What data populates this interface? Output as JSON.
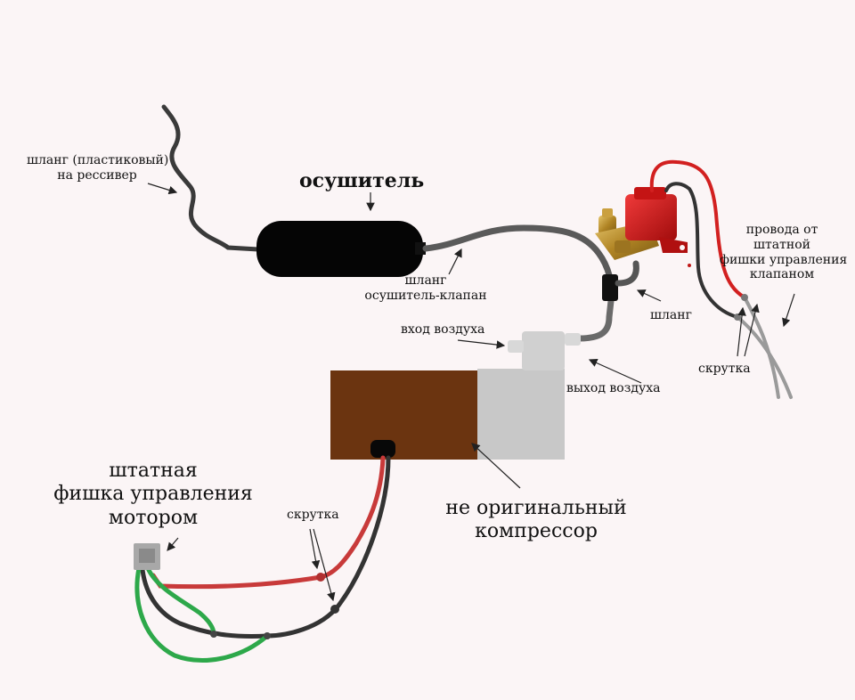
{
  "labels": {
    "hose_plastic_line1": "шланг (пластиковый)",
    "hose_plastic_line2": "на рессивер",
    "dryer": "осушитель",
    "hose_dryer_valve_line1": "шланг",
    "hose_dryer_valve_line2": "осушитель-клапан",
    "valve_wires_line1": "провода от",
    "valve_wires_line2": "штатной",
    "valve_wires_line3": "фишки управления",
    "valve_wires_line4": "клапаном",
    "hose": "шланг",
    "air_inlet": "вход воздуха",
    "twist_right": "скрутка",
    "air_outlet": "выход воздуха",
    "motor_connector_line1": "штатная",
    "motor_connector_line2": "фишка управления",
    "motor_connector_line3": "мотором",
    "twist_left": "скрутка",
    "compressor_line1": "не оригинальный",
    "compressor_line2": "компрессор"
  },
  "colors": {
    "background": "#fbf5f6",
    "dryer_body": "#050505",
    "hose": "#4a4a4a",
    "hose_light": "#6e6e6e",
    "compressor_motor": "#6b3410",
    "compressor_head": "#c8c8c8",
    "valve_red": "#d01818",
    "valve_brass": "#b88a2a",
    "wire_red": "#d22020",
    "wire_black": "#333333",
    "wire_green": "#2da84a",
    "wire_grey": "#9a9a9a",
    "connector_grey": "#a8a8a8"
  }
}
